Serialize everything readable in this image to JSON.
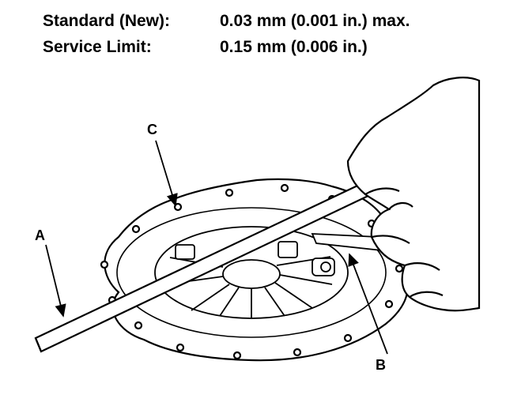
{
  "specs": {
    "standard": {
      "label": "Standard (New):",
      "value": "0.03 mm (0.001 in.) max."
    },
    "service_limit": {
      "label": "Service Limit:",
      "value": "0.15 mm (0.006 in.)"
    }
  },
  "callouts": {
    "a": "A",
    "b": "B",
    "c": "C"
  },
  "colors": {
    "ink": "#000000",
    "paper": "#ffffff"
  }
}
